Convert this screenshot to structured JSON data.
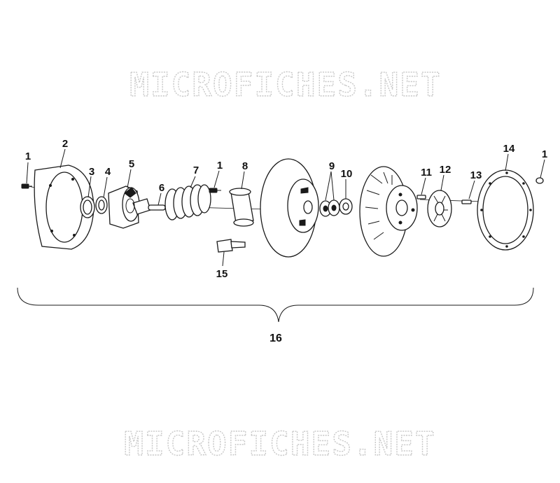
{
  "watermark": {
    "text": "MICROFICHES.NET"
  },
  "callouts": {
    "c1a": "1",
    "c2": "2",
    "c3": "3",
    "c4": "4",
    "c5": "5",
    "c6": "6",
    "c7": "7",
    "c1b": "1",
    "c8": "8",
    "c9": "9",
    "c10": "10",
    "c11": "11",
    "c12": "12",
    "c13": "13",
    "c14": "14",
    "c1c": "1",
    "c15": "15",
    "c16": "16"
  },
  "colors": {
    "line": "#1a1a1a",
    "watermark": "#c8c8c8",
    "background": "#ffffff"
  }
}
